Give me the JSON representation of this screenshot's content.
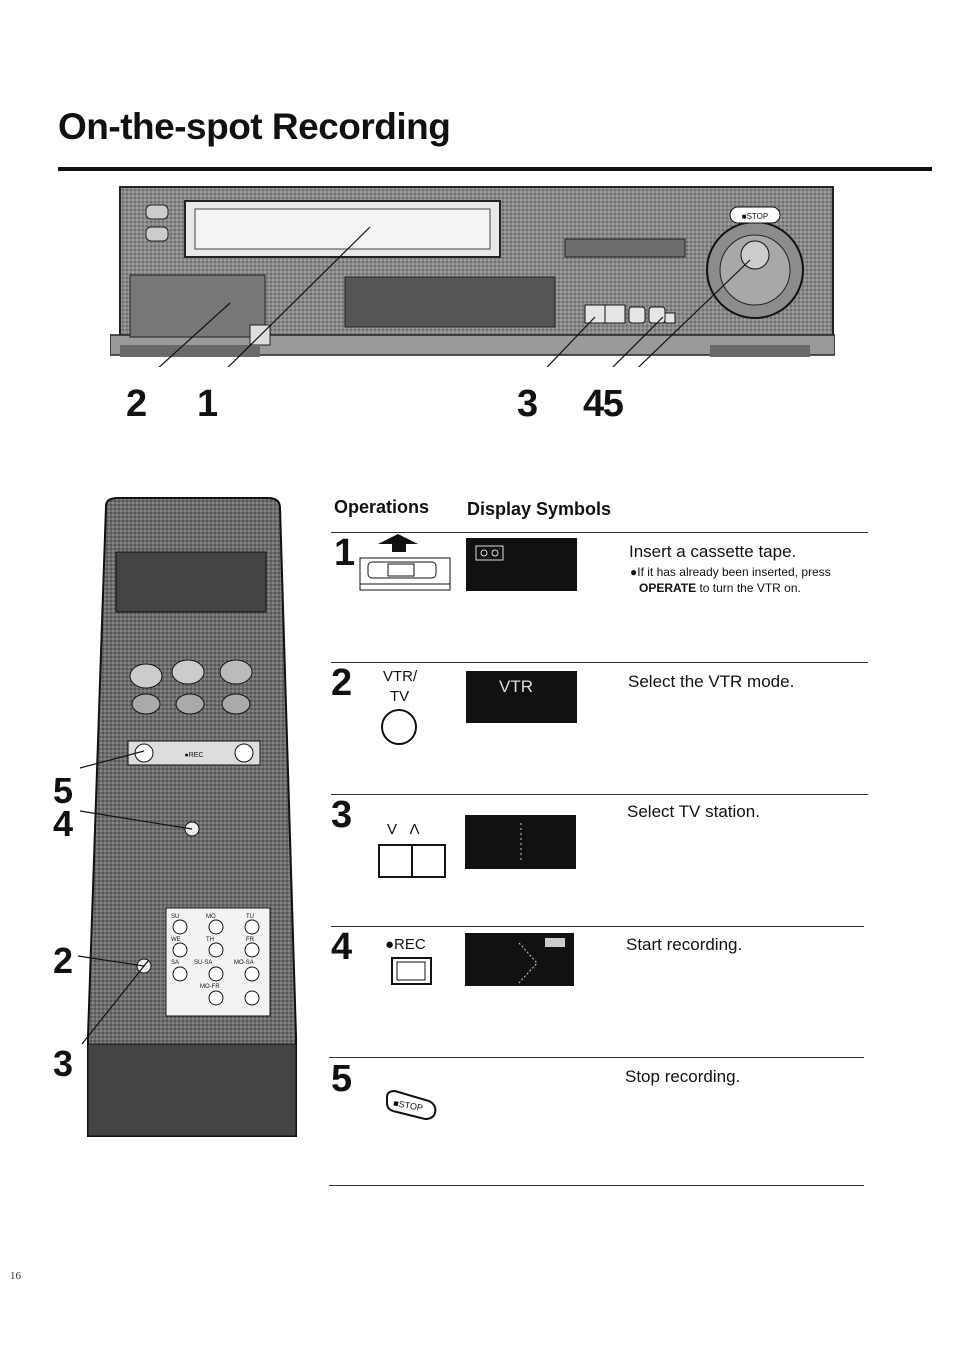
{
  "title": "On-the-spot Recording",
  "vcr_callouts": {
    "n2": "2",
    "n1": "1",
    "n3": "3",
    "n45": "4 5"
  },
  "vcr_buttons": {
    "stop": "■STOP"
  },
  "remote_callouts": {
    "n5": "5",
    "n4": "4",
    "n2": "2",
    "n3": "3"
  },
  "remote_labels": {
    "rec": "●REC",
    "su": "SU",
    "mo": "MO",
    "tu": "TU",
    "we": "WE",
    "th": "TH",
    "fr": "FR",
    "sa": "SA",
    "su_sa": "SU-SA",
    "mo_sa": "MO-SA",
    "mo_fr": "MO-FR"
  },
  "headers": {
    "operations": "Operations",
    "display": "Display Symbols"
  },
  "steps": [
    {
      "num": "1",
      "display_text": "",
      "desc": "Insert a cassette tape.",
      "note_pre": "●If it has already been inserted, press",
      "note_bold": "OPERATE",
      "note_post": " to turn the VTR on."
    },
    {
      "num": "2",
      "label_line1": "VTR/",
      "label_line2": "TV",
      "display_text": "VTR",
      "desc": "Select the VTR mode."
    },
    {
      "num": "3",
      "label": "V   Λ",
      "display_text": "",
      "desc": "Select TV station."
    },
    {
      "num": "4",
      "label": "●REC",
      "display_text": "",
      "desc": "Start recording."
    },
    {
      "num": "5",
      "label": "■STOP",
      "display_text": "",
      "desc": "Stop recording."
    }
  ],
  "page_number": "16"
}
